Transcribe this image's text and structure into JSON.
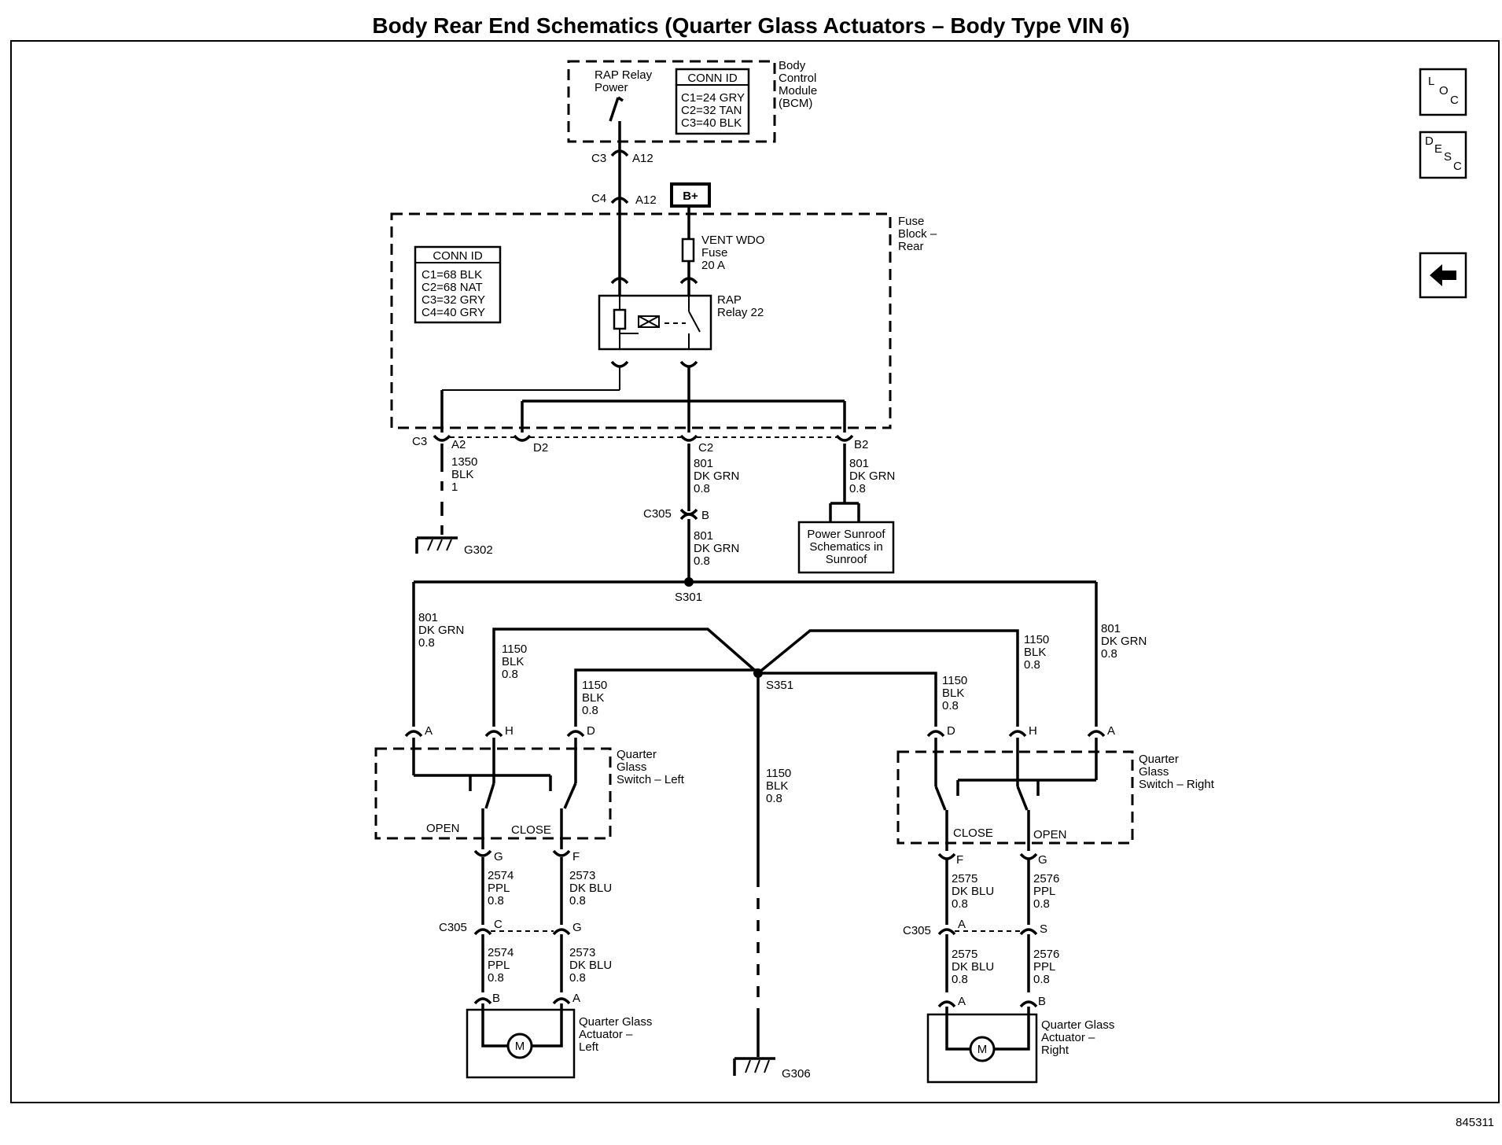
{
  "title": "Body Rear End Schematics (Quarter Glass Actuators – Body Type VIN 6)",
  "figure_id": "845311",
  "nav": {
    "loc": {
      "a": "L",
      "b": "O",
      "c": "C"
    },
    "desc": {
      "a": "D",
      "b": "E",
      "c": "S",
      "d": "C"
    },
    "back_icon": "left-arrow-icon"
  },
  "bcm": {
    "name_lines": [
      "Body",
      "Control",
      "Module",
      "(BCM)"
    ],
    "rap_lines": [
      "RAP Relay",
      "Power"
    ],
    "conn_title": "CONN ID",
    "conn": [
      "C1=24 GRY",
      "C2=32 TAN",
      "C3=40 BLK"
    ]
  },
  "conn_c3a12": {
    "c": "C3",
    "p": "A12"
  },
  "conn_c4a12": {
    "c": "C4",
    "p": "A12"
  },
  "bplus": "B+",
  "fuse_block": {
    "name_lines": [
      "Fuse",
      "Block –",
      "Rear"
    ],
    "conn_title": "CONN ID",
    "conn": [
      "C1=68 BLK",
      "C2=68 NAT",
      "C3=32 GRY",
      "C4=40 GRY"
    ],
    "fuse_lines": [
      "VENT WDO",
      "Fuse",
      "20 A"
    ],
    "relay_lines": [
      "RAP",
      "Relay 22"
    ]
  },
  "fb_out": {
    "c3": "C3",
    "a2": "A2",
    "d2": "D2",
    "c2": "C2",
    "b2": "B2"
  },
  "wire_1350": [
    "1350",
    "BLK",
    "1"
  ],
  "wire_801_c2": [
    "801",
    "DK GRN",
    "0.8"
  ],
  "wire_801_b2": [
    "801",
    "DK GRN",
    "0.8"
  ],
  "c305_top": {
    "c": "C305",
    "p": "B"
  },
  "wire_801_s301": [
    "801",
    "DK GRN",
    "0.8"
  ],
  "g302": "G302",
  "sunroof_lines": [
    "Power Sunroof",
    "Schematics in",
    "Sunroof"
  ],
  "s301": "S301",
  "s351": "S351",
  "wire_801_left": [
    "801",
    "DK GRN",
    "0.8"
  ],
  "wire_801_right": [
    "801",
    "DK GRN",
    "0.8"
  ],
  "wire_1150_lh": [
    "1150",
    "BLK",
    "0.8"
  ],
  "wire_1150_ld": [
    "1150",
    "BLK",
    "0.8"
  ],
  "wire_1150_rd": [
    "1150",
    "BLK",
    "0.8"
  ],
  "wire_1150_rh": [
    "1150",
    "BLK",
    "0.8"
  ],
  "wire_1150_g": [
    "1150",
    "BLK",
    "0.8"
  ],
  "g306": "G306",
  "switch_left": {
    "name_lines": [
      "Quarter",
      "Glass",
      "Switch – Left"
    ],
    "pins": {
      "a": "A",
      "h": "H",
      "d": "D",
      "g": "G",
      "f": "F"
    },
    "open": "OPEN",
    "close": "CLOSE"
  },
  "switch_right": {
    "name_lines": [
      "Quarter",
      "Glass",
      "Switch – Right"
    ],
    "pins": {
      "d": "D",
      "h": "H",
      "a": "A",
      "f": "F",
      "g": "G"
    },
    "open": "OPEN",
    "close": "CLOSE"
  },
  "left_wires": {
    "w2574a": [
      "2574",
      "PPL",
      "0.8"
    ],
    "w2573a": [
      "2573",
      "DK BLU",
      "0.8"
    ],
    "w2574b": [
      "2574",
      "PPL",
      "0.8"
    ],
    "w2573b": [
      "2573",
      "DK BLU",
      "0.8"
    ],
    "c305": "C305",
    "pc": "C",
    "pg": "G"
  },
  "right_wires": {
    "w2575a": [
      "2575",
      "DK BLU",
      "0.8"
    ],
    "w2576a": [
      "2576",
      "PPL",
      "0.8"
    ],
    "w2575b": [
      "2575",
      "DK BLU",
      "0.8"
    ],
    "w2576b": [
      "2576",
      "PPL",
      "0.8"
    ],
    "c305": "C305",
    "pa": "A",
    "ps": "S"
  },
  "act_left": {
    "name_lines": [
      "Quarter Glass",
      "Actuator –",
      "Left"
    ],
    "pb": "B",
    "pa": "A",
    "motor": "M"
  },
  "act_right": {
    "name_lines": [
      "Quarter Glass",
      "Actuator –",
      "Right"
    ],
    "pa": "A",
    "pb": "B",
    "motor": "M"
  }
}
